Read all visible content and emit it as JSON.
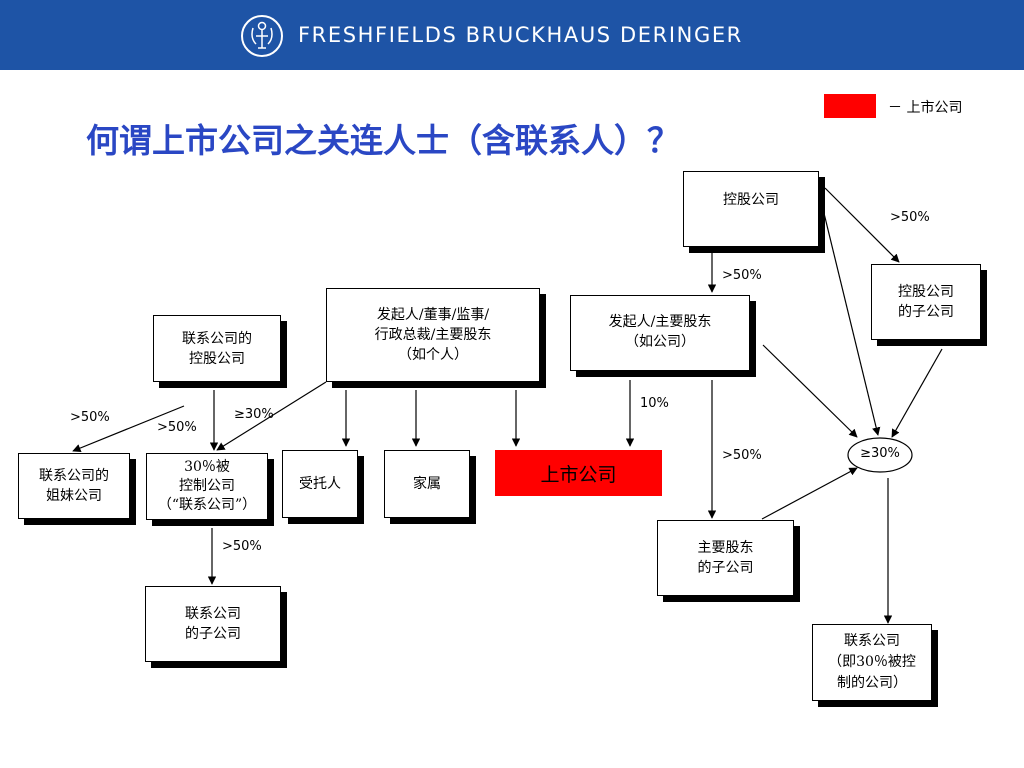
{
  "header": {
    "firm_name": "FRESHFIELDS BRUCKHAUS DERINGER",
    "background": "#1e54a6"
  },
  "title": "何谓上市公司之关连人士（含联系人）？",
  "legend": {
    "label": "－ 上市公司",
    "color": "#ff0000"
  },
  "boxes": {
    "holding": "控股公司",
    "holding_sub": "控股公司\n的子公司",
    "promoter_co": "发起人/主要股东\n（如公司）",
    "promoter_ind": "发起人/董事/监事/\n行政总裁/主要股东\n（如个人）",
    "assoc_holding": "联系公司的\n控股公司",
    "assoc_sister": "联系公司的\n姐妹公司",
    "assoc_co": "30％被\n控制公司\n（“联系公司”）",
    "trustee": "受托人",
    "family": "家属",
    "listed": "上市公司",
    "substantial_sub": "主要股东\n的子公司",
    "assoc_sub": "联系公司\n的子公司",
    "assoc_30": "联系公司\n（即30％被控\n制的公司）"
  },
  "labels": {
    "holding_to_sub": ">50%",
    "holding_to_promoter": ">50%",
    "sister": ">50%",
    "assoc_holding_to_assoc": ">50%",
    "individual_to_assoc": "≥30%",
    "promoter_to_listed": "10%",
    "promoter_to_substantial_sub": ">50%",
    "assoc_to_assoc_sub": ">50%",
    "thirty_pct": "≥30%"
  }
}
